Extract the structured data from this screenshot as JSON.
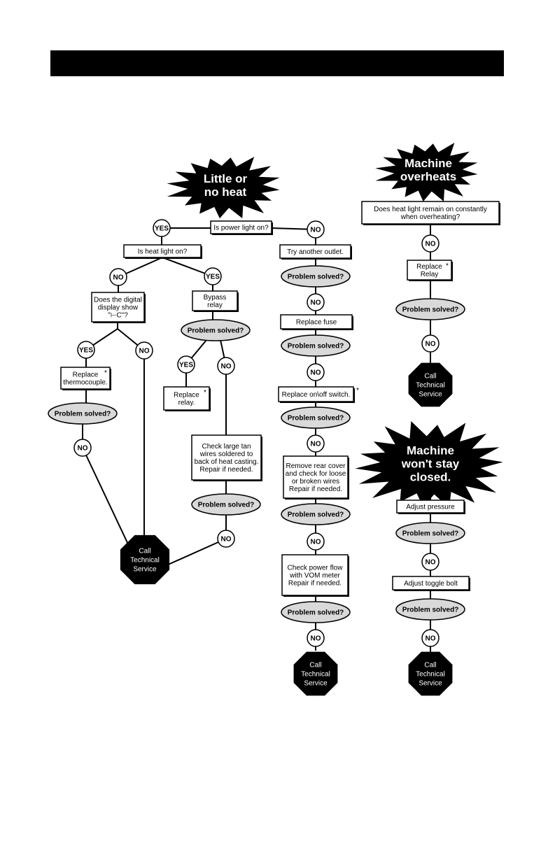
{
  "colors": {
    "ink": "#000000",
    "ellipse_fill": "#d9d9d9",
    "paper": "#ffffff"
  },
  "bursts": {
    "no_heat": [
      "Little or",
      "no heat"
    ],
    "overheats": [
      "Machine",
      "overheats"
    ],
    "wont_close": [
      "Machine",
      "won't stay",
      "closed."
    ]
  },
  "labels": {
    "yes": "YES",
    "no": "NO",
    "solved": "Problem solved?",
    "asterisk": "*"
  },
  "call_service": [
    "Call",
    "Technical",
    "Service"
  ],
  "boxes": {
    "power_light": [
      "Is power light on?"
    ],
    "heat_light": [
      "Is heat light on?"
    ],
    "digital_display": [
      "Does the digital",
      "display show",
      "\"⊢C\"?"
    ],
    "bypass_relay": [
      "Bypass",
      "relay"
    ],
    "replace_thermocouple": [
      "Replace",
      "thermocouple."
    ],
    "replace_relay_left": [
      "Replace",
      "relay."
    ],
    "check_tan_wires": [
      "Check large tan",
      "wires soldered to",
      "back of heat casting.",
      "Repair  if needed."
    ],
    "try_outlet": [
      "Try another outlet."
    ],
    "replace_fuse": [
      "Replace fuse"
    ],
    "replace_switch": [
      "Replace on\\off switch."
    ],
    "rear_cover": [
      "Remove rear cover",
      "and check for loose",
      "or broken wires",
      "Repair if needed."
    ],
    "power_flow": [
      "Check power flow",
      "with VOM meter",
      "Repair if needed."
    ],
    "heat_light_constant": [
      "Does heat light remain on constantly",
      "when overheating?"
    ],
    "replace_relay_right": [
      "Replace",
      "Relay"
    ],
    "adjust_pressure": [
      "Adjust pressure"
    ],
    "adjust_toggle": [
      "Adjust toggle bolt"
    ]
  }
}
